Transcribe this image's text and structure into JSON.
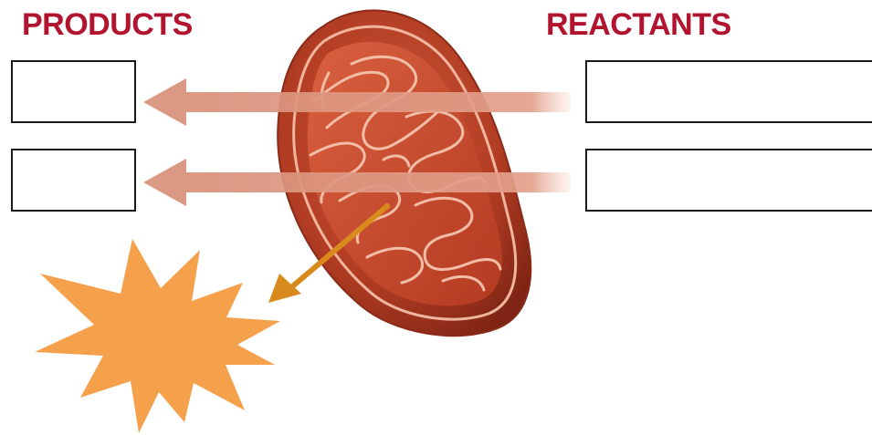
{
  "headings": {
    "products": "PRODUCTS",
    "reactants": "REACTANTS"
  },
  "boxes": {
    "products": [
      "",
      ""
    ],
    "reactants": [
      "",
      ""
    ]
  },
  "colors": {
    "heading": "#b2132e",
    "arrow": "#d9917a",
    "energy_arrow": "#d98a1c",
    "energy_burst": "#f5a04b",
    "mitochondrion_outer": "#a8341e",
    "mitochondrion_inner": "#c9442a"
  },
  "icons": {
    "organelle": "mitochondrion",
    "energy": "energy-burst"
  }
}
